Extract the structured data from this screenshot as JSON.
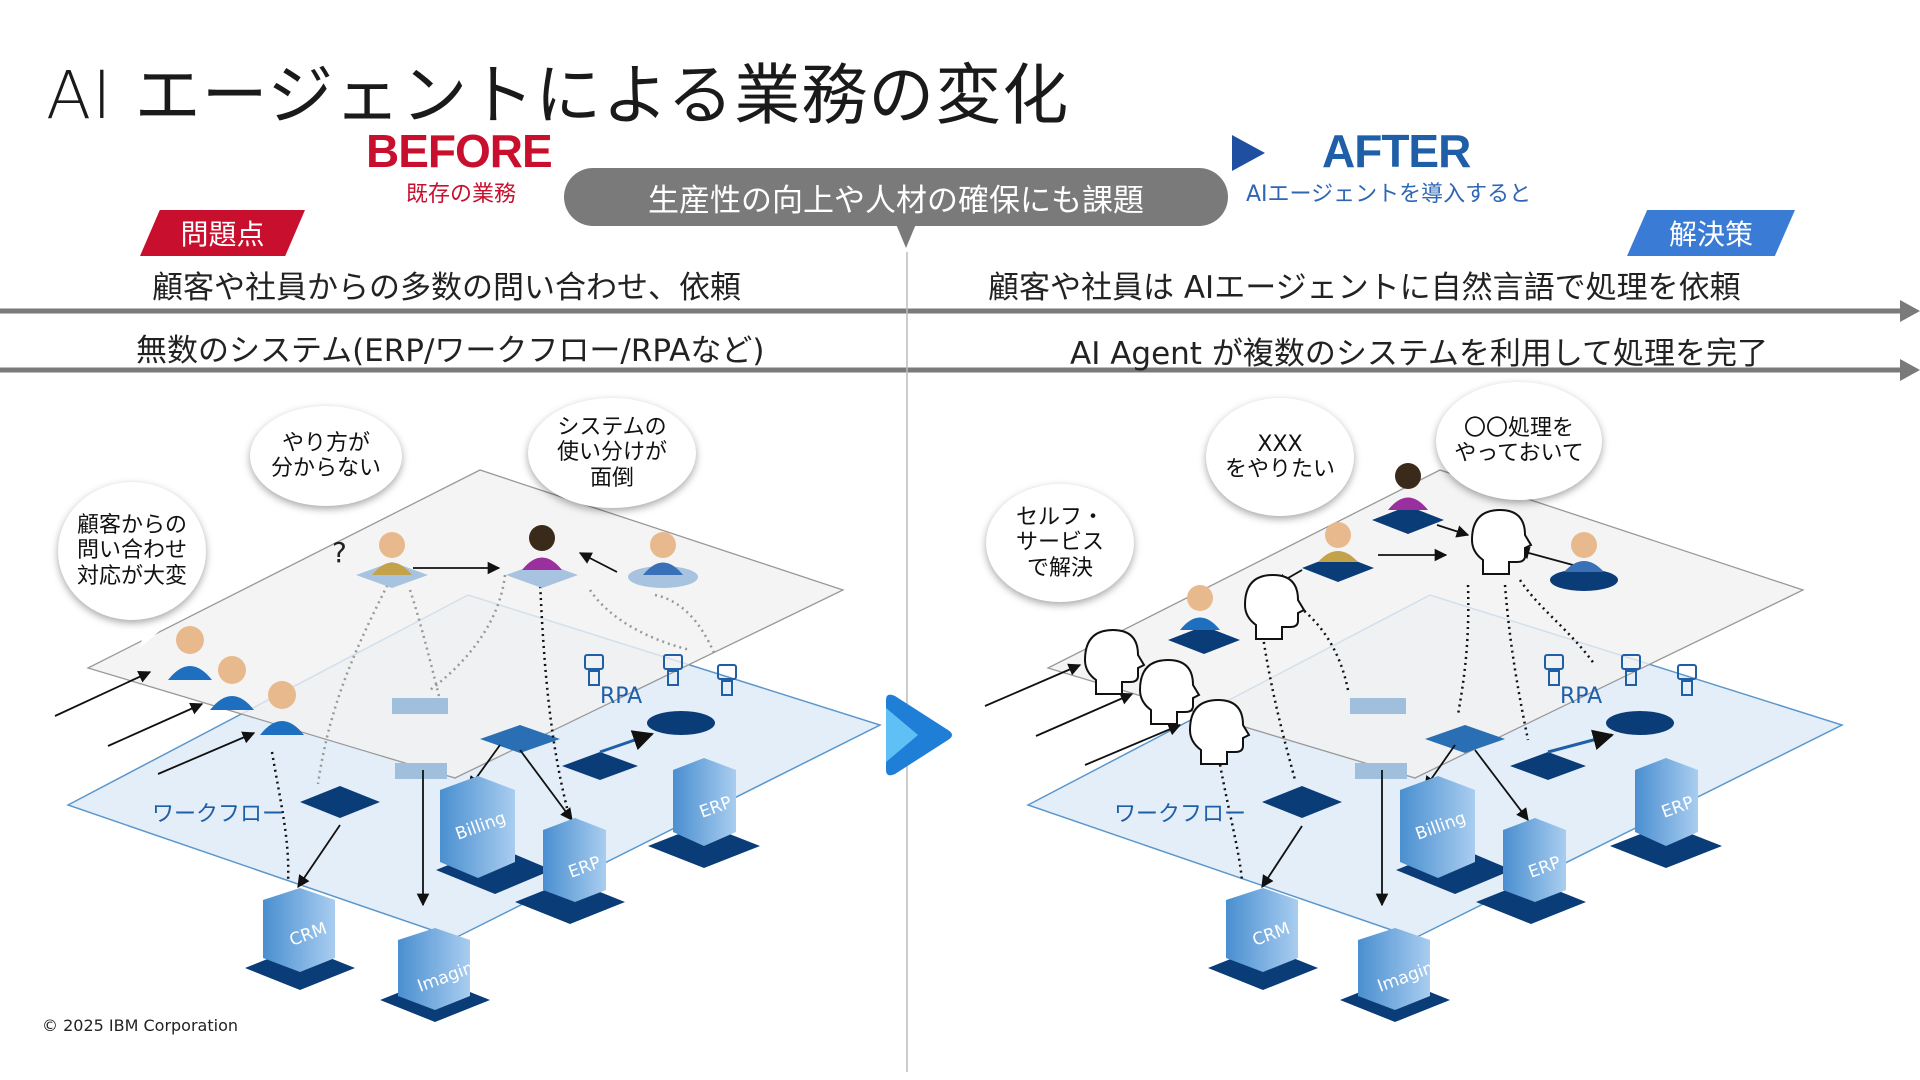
{
  "title": "AI エージェントによる業務の変化",
  "before": {
    "heading": "BEFORE",
    "sub": "既存の業務"
  },
  "after": {
    "heading": "AFTER",
    "sub": "AIエージェントを導入すると"
  },
  "banner": "生産性の向上や人材の確保にも課題",
  "left": {
    "tag": "問題点",
    "row1": "顧客や社員からの多数の問い合わせ、依頼",
    "row2": "無数のシステム(ERP/ワークフロー/RPAなど)",
    "bubbles": [
      "顧客からの\n問い合わせ\n対応が大変",
      "やり方が\n分からない",
      "システムの\n使い分けが\n面倒"
    ],
    "question_mark": "?",
    "workflow_label": "ワークフロー",
    "rpa_label": "RPA",
    "servers": [
      "Billing",
      "ERP",
      "ERP",
      "CRM",
      "Imaging"
    ]
  },
  "right": {
    "tag": "解決策",
    "row1": "顧客や社員は AIエージェントに自然言語で処理を依頼",
    "row2": "AI Agent が複数のシステムを利用して処理を完了",
    "bubbles": [
      "セルフ・\nサービス\nで解決",
      "XXX\nをやりたい",
      "〇〇処理を\nやっておいて"
    ],
    "workflow_label": "ワークフロー",
    "rpa_label": "RPA",
    "servers": [
      "Billing",
      "ERP",
      "ERP",
      "CRM",
      "Imaging"
    ]
  },
  "copyright": "© 2025 IBM Corporation",
  "colors": {
    "red": "#c8102e",
    "blue": "#1f5fa8",
    "banner": "#7a7a7a",
    "navy": "#0a3c78",
    "plane": "#dbe8f5"
  },
  "icons": [
    "dotted-arrow-icon",
    "play-chevron-icon",
    "person-icon",
    "headset-person-icon",
    "ai-head-icon",
    "robot-icon",
    "server-icon"
  ]
}
